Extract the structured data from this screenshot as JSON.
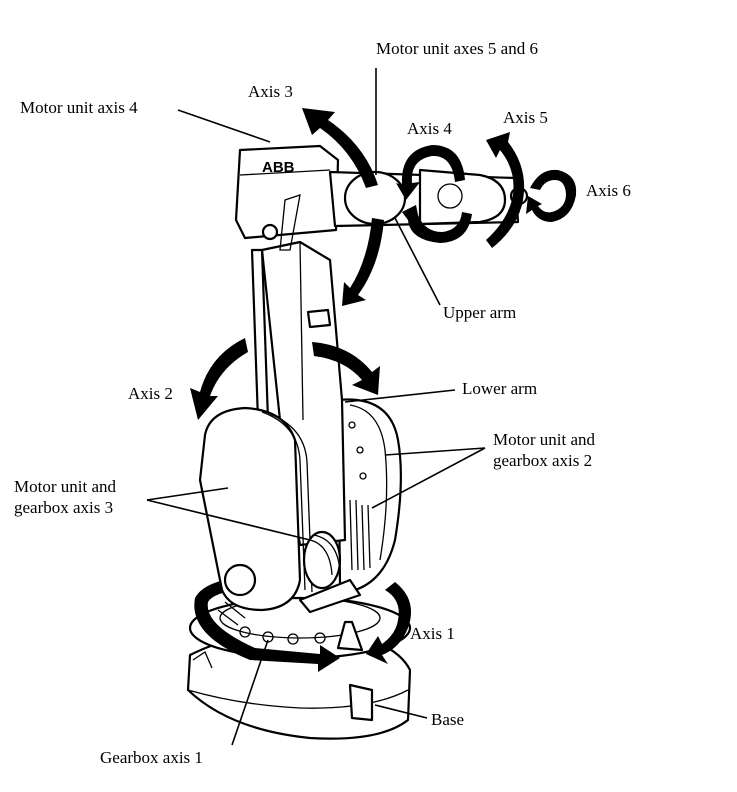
{
  "diagram": {
    "subject": "ABB industrial robot",
    "logo_text": "ABB",
    "labels": {
      "motor_unit_axis_4": "Motor unit axis 4",
      "axis_3": "Axis 3",
      "motor_unit_axes_5_6": "Motor unit axes 5 and 6",
      "axis_4": "Axis 4",
      "axis_5": "Axis 5",
      "axis_6": "Axis 6",
      "upper_arm": "Upper arm",
      "axis_2": "Axis 2",
      "lower_arm": "Lower arm",
      "motor_gearbox_axis_2_line1": "Motor unit and",
      "motor_gearbox_axis_2_line2": "gearbox axis 2",
      "motor_gearbox_axis_3_line1": "Motor unit and",
      "motor_gearbox_axis_3_line2": "gearbox axis 3",
      "axis_1": "Axis 1",
      "base": "Base",
      "gearbox_axis_1": "Gearbox axis 1"
    }
  }
}
